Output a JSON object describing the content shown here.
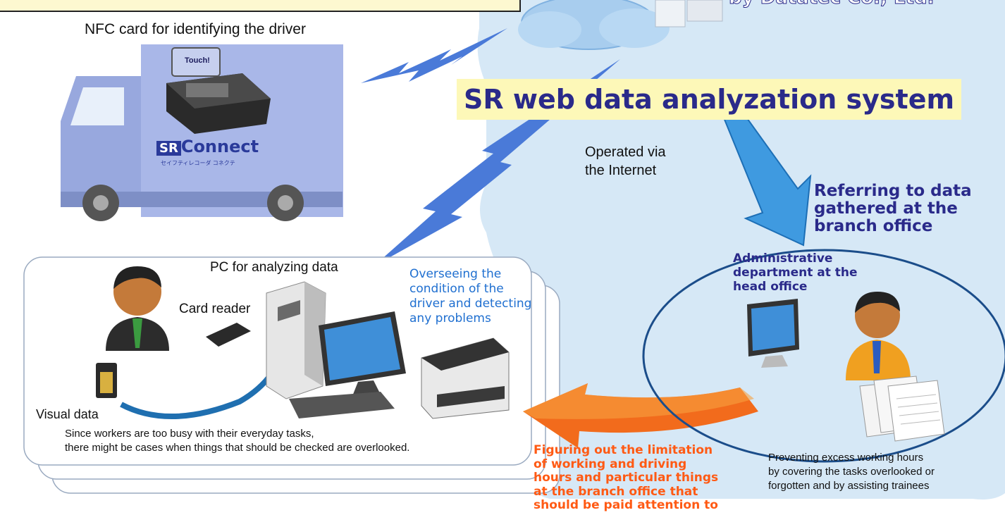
{
  "top_caption": "by Datatec Co., Ltd.",
  "system_title": "SR web data analyzation system",
  "truck": {
    "nfc_label": "NFC card for identifying the driver",
    "touch_label": "Touch!",
    "brand": "Connect",
    "brand_badge": "SR",
    "sub_brand": "セイフティレコーダ コネクテ"
  },
  "internet_label": [
    "Operated via",
    "the Internet"
  ],
  "referring": [
    "Referring to data",
    "gathered at the",
    "branch office"
  ],
  "head_office": [
    "Administrative",
    "department at the",
    "head office"
  ],
  "branch": {
    "pc_label": "PC for analyzing data",
    "card_reader_label": "Card reader",
    "overseeing": [
      "Overseeing the",
      "condition of the",
      "driver and detecting",
      "any problems"
    ],
    "visual_data_label": "Visual data",
    "busy_note": [
      "Since workers are too busy with their everyday tasks,",
      "there might be cases when things that should be checked are overlooked."
    ]
  },
  "figuring": [
    "Figuring out the limitation",
    "of working and driving",
    "hours and particular things",
    "at the branch office that",
    "should be paid attention to"
  ],
  "preventing": [
    "Preventing excess working hours",
    "by covering the tasks overlooked or",
    "forgotten and by assisting trainees"
  ],
  "colors": {
    "cloud_bg": "#d6e8f6",
    "title_highlight": "#fdf8b8",
    "title_text": "#2a2a8a",
    "orange_text": "#ff5a14",
    "blue_text": "#1f6fd0",
    "truck_body": "#aab8e8",
    "lightning": "#4a7ad8",
    "ellipse": "#1b4d8a"
  }
}
